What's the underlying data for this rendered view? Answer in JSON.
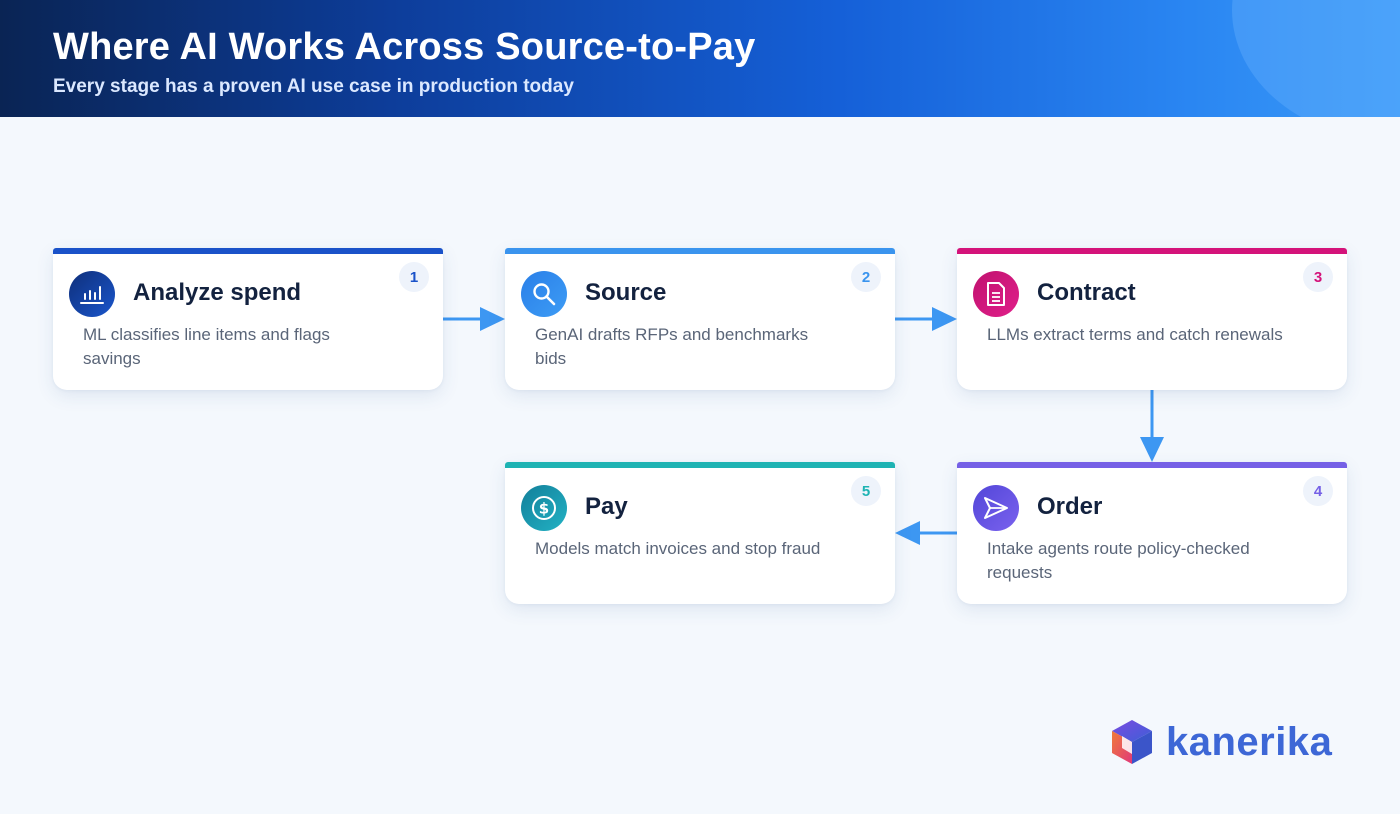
{
  "header": {
    "title": "Where AI Works Across Source-to-Pay",
    "subtitle": "Every stage has a proven AI use case in production today"
  },
  "stages": [
    {
      "number": "1",
      "title": "Analyze spend",
      "description": "ML classifies line items and flags savings",
      "icon": "bar-chart-icon",
      "color": "#1a52c9"
    },
    {
      "number": "2",
      "title": "Source",
      "description": "GenAI drafts RFPs and benchmarks bids",
      "icon": "search-icon",
      "color": "#3a94ee"
    },
    {
      "number": "3",
      "title": "Contract",
      "description": "LLMs extract terms and catch renewals",
      "icon": "document-icon",
      "color": "#d4137a"
    },
    {
      "number": "4",
      "title": "Order",
      "description": "Intake agents route policy-checked requests",
      "icon": "send-icon",
      "color": "#7560e6"
    },
    {
      "number": "5",
      "title": "Pay",
      "description": "Models match invoices and stop fraud",
      "icon": "dollar-icon",
      "color": "#1eb3b3"
    }
  ],
  "brand": {
    "name": "kanerika",
    "icon": "cube-logo-icon"
  }
}
